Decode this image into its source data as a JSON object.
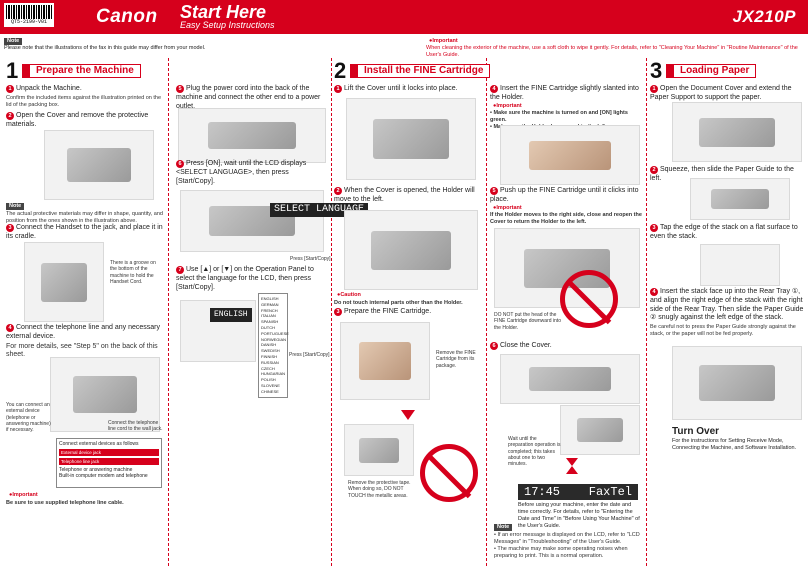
{
  "header": {
    "barcode_text": "QT5-2199-V01",
    "brand": "Canon",
    "title": "Start Here",
    "subtitle": "Easy Setup Instructions",
    "model": "JX210P"
  },
  "notices": {
    "top_left_tag": "Note",
    "top_left_text": "Please note that the illustrations of the fax in this guide may differ from your model.",
    "top_right_tag": "Important",
    "top_right_text": "When cleaning the exterior of the machine, use a soft cloth to wipe it gently. For details, refer to \"Cleaning Your Machine\" in \"Routine Maintenance\" of the User's Guide."
  },
  "section1": {
    "num": "1",
    "title": "Prepare the Machine",
    "step1_title": "Unpack the Machine.",
    "step1_sub": "Confirm the included items against the illustration printed on the lid of the packing box.",
    "step2_title": "Open the Cover and remove the protective materials.",
    "note_tag": "Note",
    "note_text": "The actual protective materials may differ in shape, quantity, and position from the ones shown in the illustration above.",
    "step3_title": "Connect the Handset to the jack, and place it in its cradle.",
    "step3_callout": "There is a groove on the bottom of the machine to hold the Handset Cord.",
    "step4_title": "Connect the telephone line and any necessary external device.",
    "step4_sub": "For more details, see \"Step 5\" on the back of this sheet.",
    "callout_external": "You can connect an external device (telephone or answering machine) if necessary.",
    "callout_wall": "Connect the telephone line cord to the wall jack.",
    "box_title": "Connect external devices as follows",
    "box_row1": "External device jack",
    "box_row2": "Telephone line jack",
    "box_item1": "Telephone or answering machine",
    "box_item2": "Built-in computer modem and telephone",
    "important_tag": "Important",
    "important_text": "Be sure to use supplied telephone line cable.",
    "step5_title": "Plug the power cord into the back of the machine and connect the other end to a power outlet.",
    "step6_title": "Press [ON], wait until the LCD displays <SELECT LANGUAGE>, then press [Start/Copy].",
    "step6_lcd": "SELECT LANGUAGE",
    "step6_label": "Press [Start/Copy].",
    "step7_title": "Use [▲] or [▼] on the Operation Panel to select the language for the LCD, then press [Start/Copy].",
    "step7_label": "Press [Start/Copy].",
    "step7_lcd": "ENGLISH",
    "languages": [
      "ENGLISH",
      "GERMAN",
      "FRENCH",
      "ITALIAN",
      "SPANISH",
      "DUTCH",
      "PORTUGUESE",
      "NORWEGIAN",
      "DANISH",
      "SWEDISH",
      "FINNISH",
      "RUSSIAN",
      "CZECH",
      "HUNGARIAN",
      "POLISH",
      "SLOVENE",
      "CHINESE"
    ]
  },
  "section2": {
    "num": "2",
    "title": "Install the FINE Cartridge",
    "step1_title": "Lift the Cover until it locks into place.",
    "step2_title": "When the Cover is opened, the Holder will move to the left.",
    "caution_tag": "Caution",
    "caution_text": "Do not touch internal parts other than the Holder.",
    "step3_title": "Prepare the FINE Cartridge.",
    "step3_callout": "Remove the FINE Cartridge from its package.",
    "step3_callout2": "Remove the protective tape. When doing so, DO NOT TOUCH the metallic areas.",
    "step4_title": "Insert the FINE Cartridge slightly slanted into the Holder.",
    "step4_imp_tag": "Important",
    "step4_imp_text": "• Make sure the machine is turned on and [ON] lights green.\n• Make sure the Holder has moved to the left.",
    "step5_title": "Push up the FINE Cartridge until it clicks into place.",
    "step5_imp_tag": "Important",
    "step5_imp_text": "If the Holder moves to the right side, close and reopen the Cover to return the Holder to the left.",
    "step5_callout": "DO NOT put the head of the FINE Cartridge downward into the Holder.",
    "step6_title": "Close the Cover.",
    "step6_callout": "Wait until the preparation operation is completed; this takes about one to two minutes.",
    "lcd_time": "17:45",
    "lcd_mode": "FaxTel",
    "step6_after": "Before using your machine, enter the date and time correctly. For details, refer to \"Entering the Date and Time\" in \"Before Using Your Machine\" of the User's Guide.",
    "note_tag": "Note",
    "note_text": "• If an error message is displayed on the LCD, refer to \"LCD Messages\" in \"Troubleshooting\" of the User's Guide.\n• The machine may make some operating noises when preparing to print. This is a normal operation."
  },
  "section3": {
    "num": "3",
    "title": "Loading Paper",
    "step1_title": "Open the Document Cover and extend the Paper Support to support the paper.",
    "step2_title": "Squeeze, then slide the Paper Guide to the left.",
    "step3_title": "Tap the edge of the stack on a flat surface to even the stack.",
    "step4_title": "Insert the stack face up into the Rear Tray ①, and align the right edge of the stack with the right side of the Rear Tray. Then slide the Paper Guide ② snugly against the left edge of the stack.",
    "step4_sub": "Be careful not to press the Paper Guide strongly against the stack, or the paper will not be fed properly.",
    "turnover_title": "Turn Over",
    "turnover_text": "For the instructions for Setting Receive Mode, Connecting the Machine, and Software Installation."
  },
  "colors": {
    "accent": "#d6001c"
  }
}
